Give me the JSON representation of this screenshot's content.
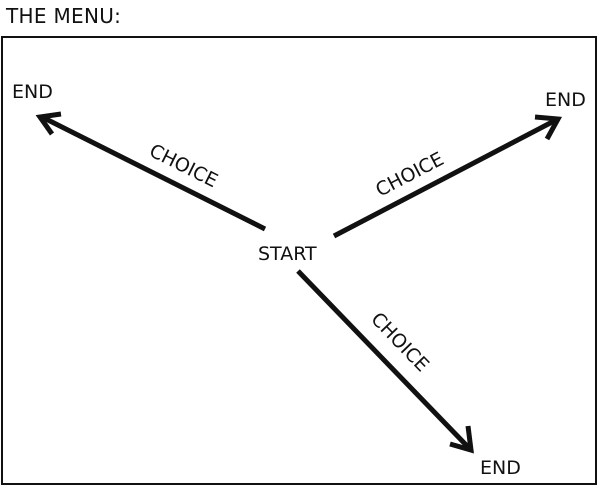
{
  "title": "THE MENU:",
  "diagram": {
    "start": "START",
    "edges": [
      {
        "label": "CHOICE",
        "target": "END"
      },
      {
        "label": "CHOICE",
        "target": "END"
      },
      {
        "label": "CHOICE",
        "target": "END"
      }
    ]
  },
  "colors": {
    "ink": "#111111",
    "background": "#ffffff"
  }
}
